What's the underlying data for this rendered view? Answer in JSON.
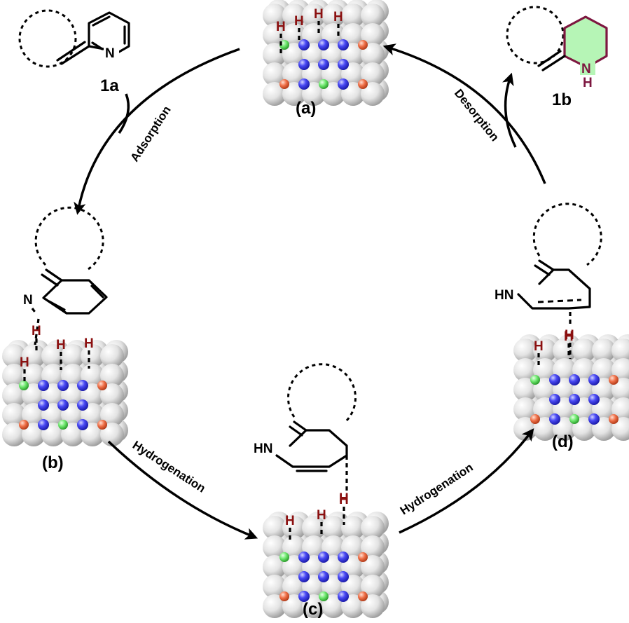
{
  "colors": {
    "surface_atom": "#d9d9d9",
    "n_atom": "#3f3ff2",
    "o_atom": "#ee6a44",
    "green_atom": "#5fe05f",
    "hydrogen": "#8b1010",
    "product_ring_fill": "#b6f5b6",
    "product_ring_stroke": "#7d1740"
  },
  "molecules": {
    "reactant_label": "1a",
    "product_label": "1b",
    "n": "N",
    "h": "H",
    "hn": "HN"
  },
  "states": {
    "a": "(a)",
    "b": "(b)",
    "c": "(c)",
    "d": "(d)"
  },
  "steps": {
    "adsorption": "Adsorption",
    "desorption": "Desorption",
    "hydrogenation_1": "Hydrogenation",
    "hydrogenation_2": "Hydrogenation"
  },
  "surface_h": "H"
}
